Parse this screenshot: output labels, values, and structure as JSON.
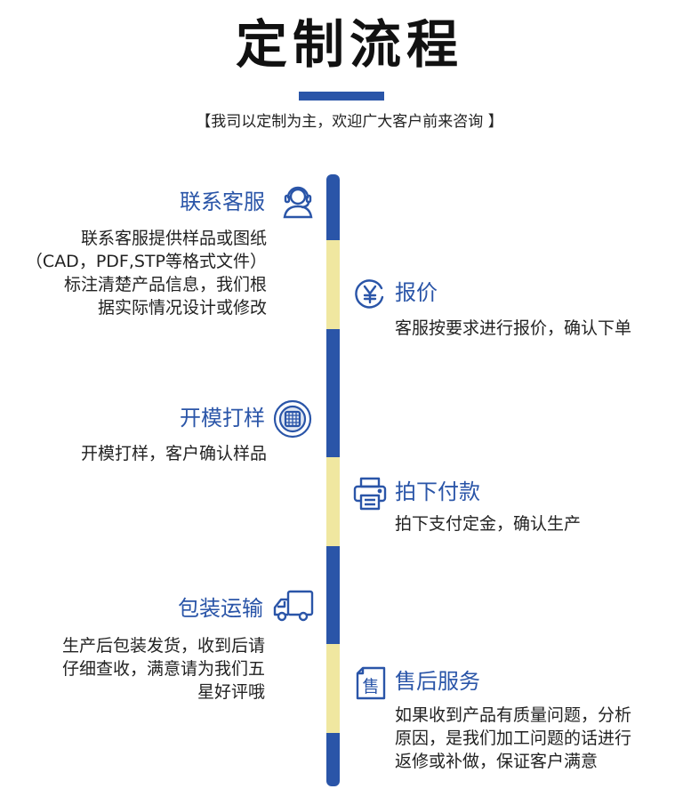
{
  "header": {
    "title": "定制流程",
    "subtitle": "【我司以定制为主，欢迎广大客户前来咨询 】"
  },
  "colors": {
    "accent": "#2a55a8",
    "timeline_blue": "#2a55a8",
    "timeline_yellow": "#f0e7a0"
  },
  "steps": [
    {
      "title": "联系客服",
      "icon": "customer-service-headset-icon",
      "lines": [
        "联系客服提供样品或图纸",
        "（CAD，PDF,STP等格式文件）",
        "标注清楚产品信息，我们根",
        "据实际情况设计或修改"
      ]
    },
    {
      "title": "报价",
      "icon": "yuan-coin-icon",
      "lines": [
        "客服按要求进行报价，确认下单"
      ]
    },
    {
      "title": "开模打样",
      "icon": "mold-sample-icon",
      "lines": [
        "开模打样，客户确认样品"
      ]
    },
    {
      "title": "拍下付款",
      "icon": "printer-payment-icon",
      "lines": [
        "拍下支付定金，确认生产"
      ]
    },
    {
      "title": "包装运输",
      "icon": "delivery-truck-icon",
      "lines": [
        "生产后包装发货，收到后请",
        "仔细查收，满意请为我们五",
        "星好评哦"
      ]
    },
    {
      "title": "售后服务",
      "icon": "after-sales-icon",
      "icon_text": "售",
      "lines": [
        "如果收到产品有质量问题，分析",
        "原因，是我们加工问题的话进行",
        "返修或补做，保证客户满意"
      ]
    }
  ]
}
